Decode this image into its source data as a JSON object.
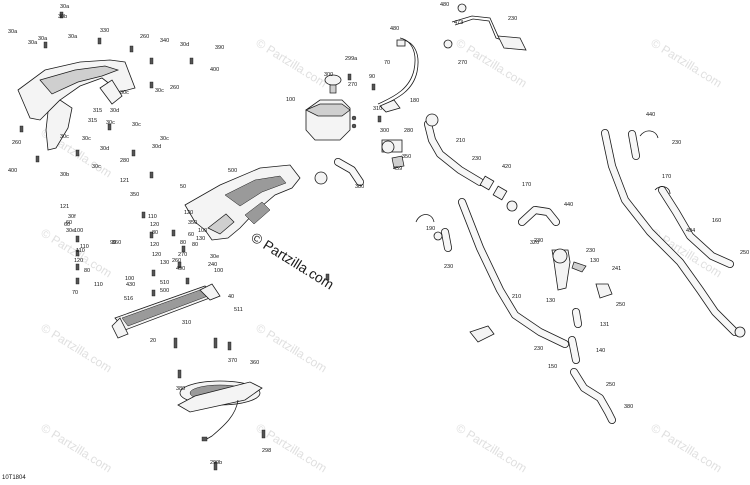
{
  "diagram": {
    "reference_code": "10T1804",
    "watermark": "© Partzilla.com",
    "callouts": [
      "30a",
      "30a",
      "30a",
      "30b",
      "30a",
      "330",
      "30a",
      "260",
      "340",
      "30d",
      "390",
      "400",
      "260",
      "30c",
      "30c",
      "315",
      "315",
      "30d",
      "30c",
      "30c",
      "260",
      "30c",
      "30c",
      "30c",
      "30d",
      "400",
      "280",
      "30d",
      "30c",
      "121",
      "30b",
      "50",
      "350",
      "121",
      "110",
      "30f",
      "60",
      "120",
      "30e",
      "60",
      "80",
      "100",
      "110",
      "90",
      "360",
      "120",
      "110",
      "120",
      "130",
      "120",
      "80",
      "70",
      "260",
      "100",
      "110",
      "30e",
      "80",
      "130",
      "100",
      "350",
      "120",
      "60",
      "80",
      "270",
      "240",
      "490",
      "100",
      "430",
      "510",
      "516",
      "500",
      "40",
      "511",
      "500",
      "310",
      "20",
      "370",
      "360",
      "380",
      "298",
      "299b",
      "300",
      "299a",
      "270",
      "100",
      "90",
      "310",
      "300",
      "280",
      "350",
      "459",
      "480",
      "473",
      "230",
      "480",
      "270",
      "70",
      "180",
      "210",
      "230",
      "420",
      "170",
      "440",
      "190",
      "380",
      "230",
      "320",
      "230",
      "130",
      "241",
      "250",
      "210",
      "230",
      "130",
      "140",
      "131",
      "230",
      "150",
      "250",
      "380",
      "440",
      "230",
      "170",
      "160",
      "494",
      "250"
    ]
  }
}
